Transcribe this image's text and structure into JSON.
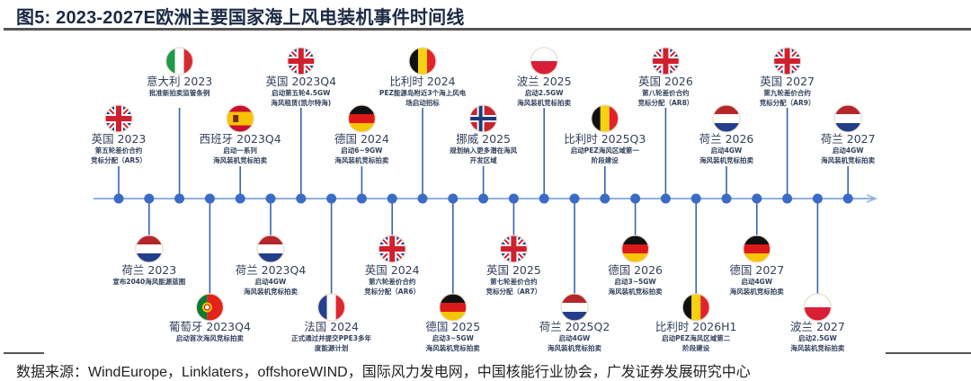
{
  "title": "图5:  2023-2027E欧洲主要国家海上风电装机事件时间线",
  "source": "数据来源：WindEurope，Linklaters，offshoreWIND，国际风力发电网，中国核能行业协会，广发证券发展研究中心",
  "colors": {
    "axis": "#8fb0e0",
    "dot": "#3a6bc6",
    "stem": "#3a63b0",
    "text": "#33415c"
  },
  "events": [
    {
      "name": "英国 2023",
      "desc": [
        "第五轮差价合约",
        "竞标分配（AR5）"
      ],
      "flag": "uk",
      "pos": "up-near"
    },
    {
      "name": "荷兰 2023",
      "desc": [
        "宣布2040海风能源蓝图"
      ],
      "flag": "nl",
      "pos": "down-near"
    },
    {
      "name": "意大利 2023",
      "desc": [
        "批准新拍卖监管条例"
      ],
      "flag": "it",
      "pos": "up-far"
    },
    {
      "name": "葡萄牙 2023Q4",
      "desc": [
        "启动首次海风竞标拍卖"
      ],
      "flag": "pt",
      "pos": "down-far"
    },
    {
      "name": "西班牙 2023Q4",
      "desc": [
        "启动一系列",
        "海风装机竞标拍卖"
      ],
      "flag": "es",
      "pos": "up-near"
    },
    {
      "name": "荷兰 2023Q4",
      "desc": [
        "启动4GW",
        "海风装机竞标拍卖"
      ],
      "flag": "nl",
      "pos": "down-near"
    },
    {
      "name": "英国 2023Q4",
      "desc": [
        "启动第五轮4.5GW",
        "海风租赁(凯尔特海)"
      ],
      "flag": "uk",
      "pos": "up-far"
    },
    {
      "name": "法国 2024",
      "desc": [
        "正式通过并提交PPE3多年",
        "度能源计划"
      ],
      "flag": "fr",
      "pos": "down-far"
    },
    {
      "name": "德国 2024",
      "desc": [
        "启动6~9GW",
        "海风装机竞标拍卖"
      ],
      "flag": "de",
      "pos": "up-near"
    },
    {
      "name": "英国 2024",
      "desc": [
        "第六轮差价合约",
        "竞标分配（AR6）"
      ],
      "flag": "uk",
      "pos": "down-near"
    },
    {
      "name": "比利时 2024",
      "desc": [
        "PEZ能源岛附近3个海上风电",
        "场启动招标"
      ],
      "flag": "be",
      "pos": "up-far"
    },
    {
      "name": "德国 2025",
      "desc": [
        "启动3~5GW",
        "海风装机竞标拍卖"
      ],
      "flag": "de",
      "pos": "down-far"
    },
    {
      "name": "挪威 2025",
      "desc": [
        "规划纳入更多潜在海风",
        "开发区域"
      ],
      "flag": "no",
      "pos": "up-near"
    },
    {
      "name": "英国 2025",
      "desc": [
        "第七轮差价合约",
        "竞标分配（AR7）"
      ],
      "flag": "uk",
      "pos": "down-near"
    },
    {
      "name": "波兰 2025",
      "desc": [
        "启动2.5GW",
        "海风装机竞标拍卖"
      ],
      "flag": "pl",
      "pos": "up-far"
    },
    {
      "name": "荷兰 2025Q2",
      "desc": [
        "启动4GW",
        "海风装机竞标拍卖"
      ],
      "flag": "nl",
      "pos": "down-far"
    },
    {
      "name": "比利时 2025Q3",
      "desc": [
        "启动PEZ海风区域第一",
        "阶段建设"
      ],
      "flag": "be",
      "pos": "up-near"
    },
    {
      "name": "德国 2026",
      "desc": [
        "启动3~5GW",
        "海风装机竞标拍卖"
      ],
      "flag": "de",
      "pos": "down-near"
    },
    {
      "name": "英国 2026",
      "desc": [
        "第八轮差价合约",
        "竞标分配（AR8）"
      ],
      "flag": "uk",
      "pos": "up-far"
    },
    {
      "name": "比利时 2026H1",
      "desc": [
        "启动PEZ海风区域第二",
        "阶段建设"
      ],
      "flag": "be",
      "pos": "down-far"
    },
    {
      "name": "荷兰 2026",
      "desc": [
        "启动4GW",
        "海风装机竞标拍卖"
      ],
      "flag": "nl",
      "pos": "up-near"
    },
    {
      "name": "德国 2027",
      "desc": [
        "启动4GW",
        "海风装机竞标拍卖"
      ],
      "flag": "de",
      "pos": "down-near"
    },
    {
      "name": "英国 2027",
      "desc": [
        "第九轮差价合约",
        "竞标分配（AR9）"
      ],
      "flag": "uk",
      "pos": "up-far"
    },
    {
      "name": "波兰 2027",
      "desc": [
        "启动2.5GW",
        "海风装机竞标拍卖"
      ],
      "flag": "pl",
      "pos": "down-far"
    },
    {
      "name": "荷兰 2027",
      "desc": [
        "启动4GW",
        "海风装机竞标拍卖"
      ],
      "flag": "nl",
      "pos": "up-near"
    }
  ]
}
